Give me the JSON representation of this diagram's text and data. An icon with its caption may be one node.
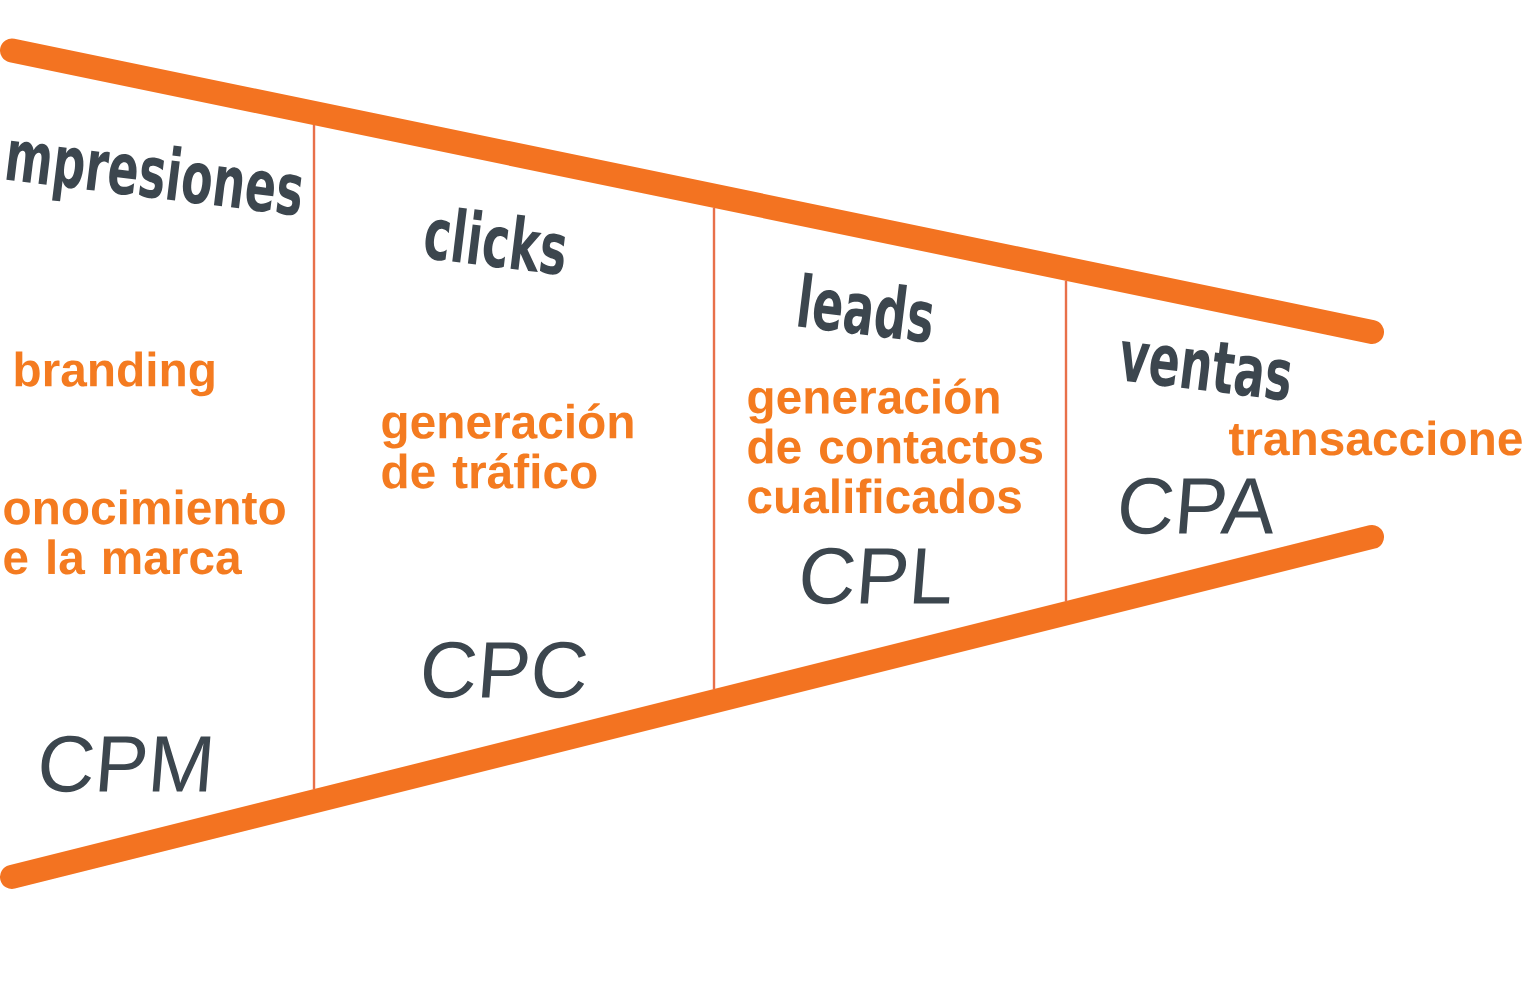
{
  "diagram": {
    "nodes": [
      {
        "text": [
          "mpresiones",
          "branding",
          "onocimiento e la marca",
          "CPM"
        ]
      },
      {
        "text": [
          "clicks",
          "generación de tráfico",
          "CPC"
        ]
      },
      {
        "text": [
          "leads",
          "generación de contactos cualificados",
          "CPL"
        ]
      },
      {
        "text": [
          "ventas",
          "transaccione",
          "CPA"
        ]
      }
    ]
  }
}
